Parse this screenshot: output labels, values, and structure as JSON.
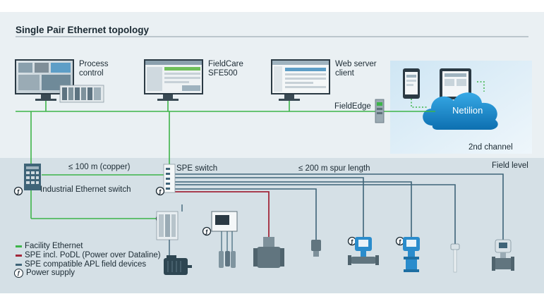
{
  "title": "Single Pair Ethernet topology",
  "nodes": {
    "process_control": [
      "Process",
      "control"
    ],
    "fieldcare": [
      "FieldCare",
      "SFE500"
    ],
    "web_server": [
      "Web server",
      "client"
    ],
    "fieldedge": "FieldEdge",
    "netilion": "Netilion",
    "second_channel": "2nd channel",
    "industrial_switch": "Industrial Ethernet switch",
    "spe_switch": "SPE switch",
    "field_level": "Field level"
  },
  "distances": {
    "copper": "≤ 100 m (copper)",
    "spur": "≤ 200 m spur length"
  },
  "legend": [
    {
      "label": "Facility Ethernet",
      "color": "#3db449",
      "kind": "line"
    },
    {
      "label": "SPE incl. PoDL (Power over Dataline)",
      "color": "#a2273a",
      "kind": "line"
    },
    {
      "label": "SPE compatible APL field devices",
      "color": "#3f6478",
      "kind": "line"
    },
    {
      "label": "Power supply",
      "color": "#1b2a33",
      "kind": "bolt"
    }
  ],
  "colors": {
    "facility_ethernet": "#3db449",
    "spe_podl": "#a2273a",
    "spe_apl": "#3f6478",
    "upper_band": "#eaf0f3",
    "lower_band": "#d5e0e6",
    "cloud": "#1e90cf"
  }
}
